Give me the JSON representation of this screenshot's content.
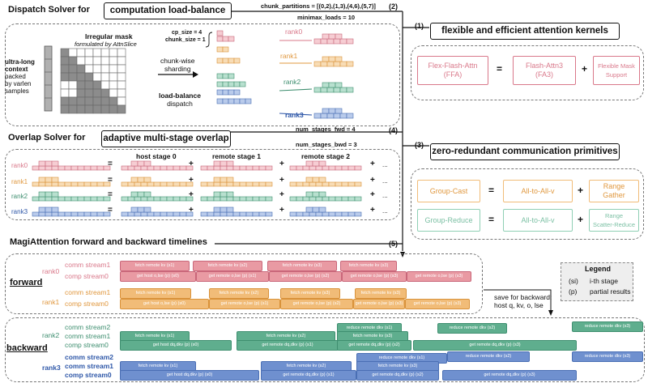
{
  "dispatch": {
    "title": "Dispatch Solver for",
    "box": "computation load-balance",
    "chunk_partitions": "chunk_partitions = [(0,2),(1,3),(4,6),(5,7)]",
    "minimax": "minimax_loads = 10",
    "step": "(2)",
    "context_label": [
      "ultra-long",
      "context",
      "packed",
      "by varlen",
      "samples"
    ],
    "mask_title": "Irregular mask",
    "mask_sub": "formulated by AttnSlice",
    "cp_size": "cp_size = 4",
    "chunk_size": "chunk_size = 1",
    "sharding": [
      "chunk-wise",
      "sharding"
    ],
    "lb": [
      "load-balance",
      "dispatch"
    ],
    "ranks": [
      "rank0",
      "rank1",
      "rank2",
      "rank3"
    ]
  },
  "kernels": {
    "step": "(1)",
    "title": "flexible and efficient attention kernels",
    "ffa": [
      "Flex-Flash-Attn",
      "(FFA)"
    ],
    "fa3": [
      "Flash-Attn3",
      "(FA3)"
    ],
    "mask": [
      "Flexible Mask",
      "Support"
    ],
    "eq": "=",
    "plus": "+"
  },
  "overlap": {
    "title": "Overlap Solver for",
    "box": "adaptive multi-stage overlap",
    "step": "(4)",
    "fwd": "num_stages_fwd = 4",
    "bwd": "num_stages_bwd = 3",
    "stage_host": "host stage 0",
    "stage_r1": "remote stage 1",
    "stage_r2": "remote stage 2",
    "ranks": [
      "rank0",
      "rank1",
      "rank2",
      "rank3"
    ],
    "eq": "=",
    "plus": "+",
    "dots": "..."
  },
  "comm": {
    "step": "(3)",
    "title": "zero-redundant communication primitives",
    "gc": "Group-Cast",
    "a2a": "All-to-All-v",
    "rg": [
      "Range",
      "Gather"
    ],
    "gr": "Group-Reduce",
    "a2a2": "All-to-All-v",
    "rsr": [
      "Range",
      "Scatter-Reduce"
    ],
    "eq": "=",
    "plus": "+"
  },
  "timeline": {
    "title": "MagiAttention forward and backward timelines",
    "step": "(5)",
    "forward": "forward",
    "backward": "backward",
    "comm": "comm stream1",
    "comp": "comp stream0",
    "comm2": "comm stream2",
    "ranks": [
      "rank0",
      "rank1",
      "rank2",
      "rank3"
    ],
    "save": [
      "save for backward:",
      "host q, kv, o, lse"
    ],
    "legend_title": "Legend",
    "legend_s": "(si)",
    "legend_s_desc": "i-th stage",
    "legend_p": "(p)",
    "legend_p_desc": "partial results",
    "fetch1": "fetch remote kv (s1)",
    "fetch2": "fetch remote kv (s2)",
    "fetch3": "fetch remote kv (s3)",
    "h0": "get host o,lse (p) (s0)",
    "r1": "get remote o,lse (p) (s1)",
    "r2": "get remote o,lse (p) (s2)",
    "r3": "get remote o,lse (p) (s3)",
    "bh0": "get host dq,dkv (p) (s0)",
    "br1": "get remote dq,dkv (p) (s1)",
    "br2": "get remote dq,dkv (p) (s2)",
    "br3": "get remote dq,dkv (p) (s3)",
    "red1": "reduce remote dkv (s1)",
    "red2": "reduce remote dkv (s2)",
    "red3": "reduce remote dkv (s3)"
  },
  "colors": {
    "pink": "#e99aa3",
    "orange": "#f1bc78",
    "green": "#5fae8e",
    "blue": "#6f90cf"
  }
}
